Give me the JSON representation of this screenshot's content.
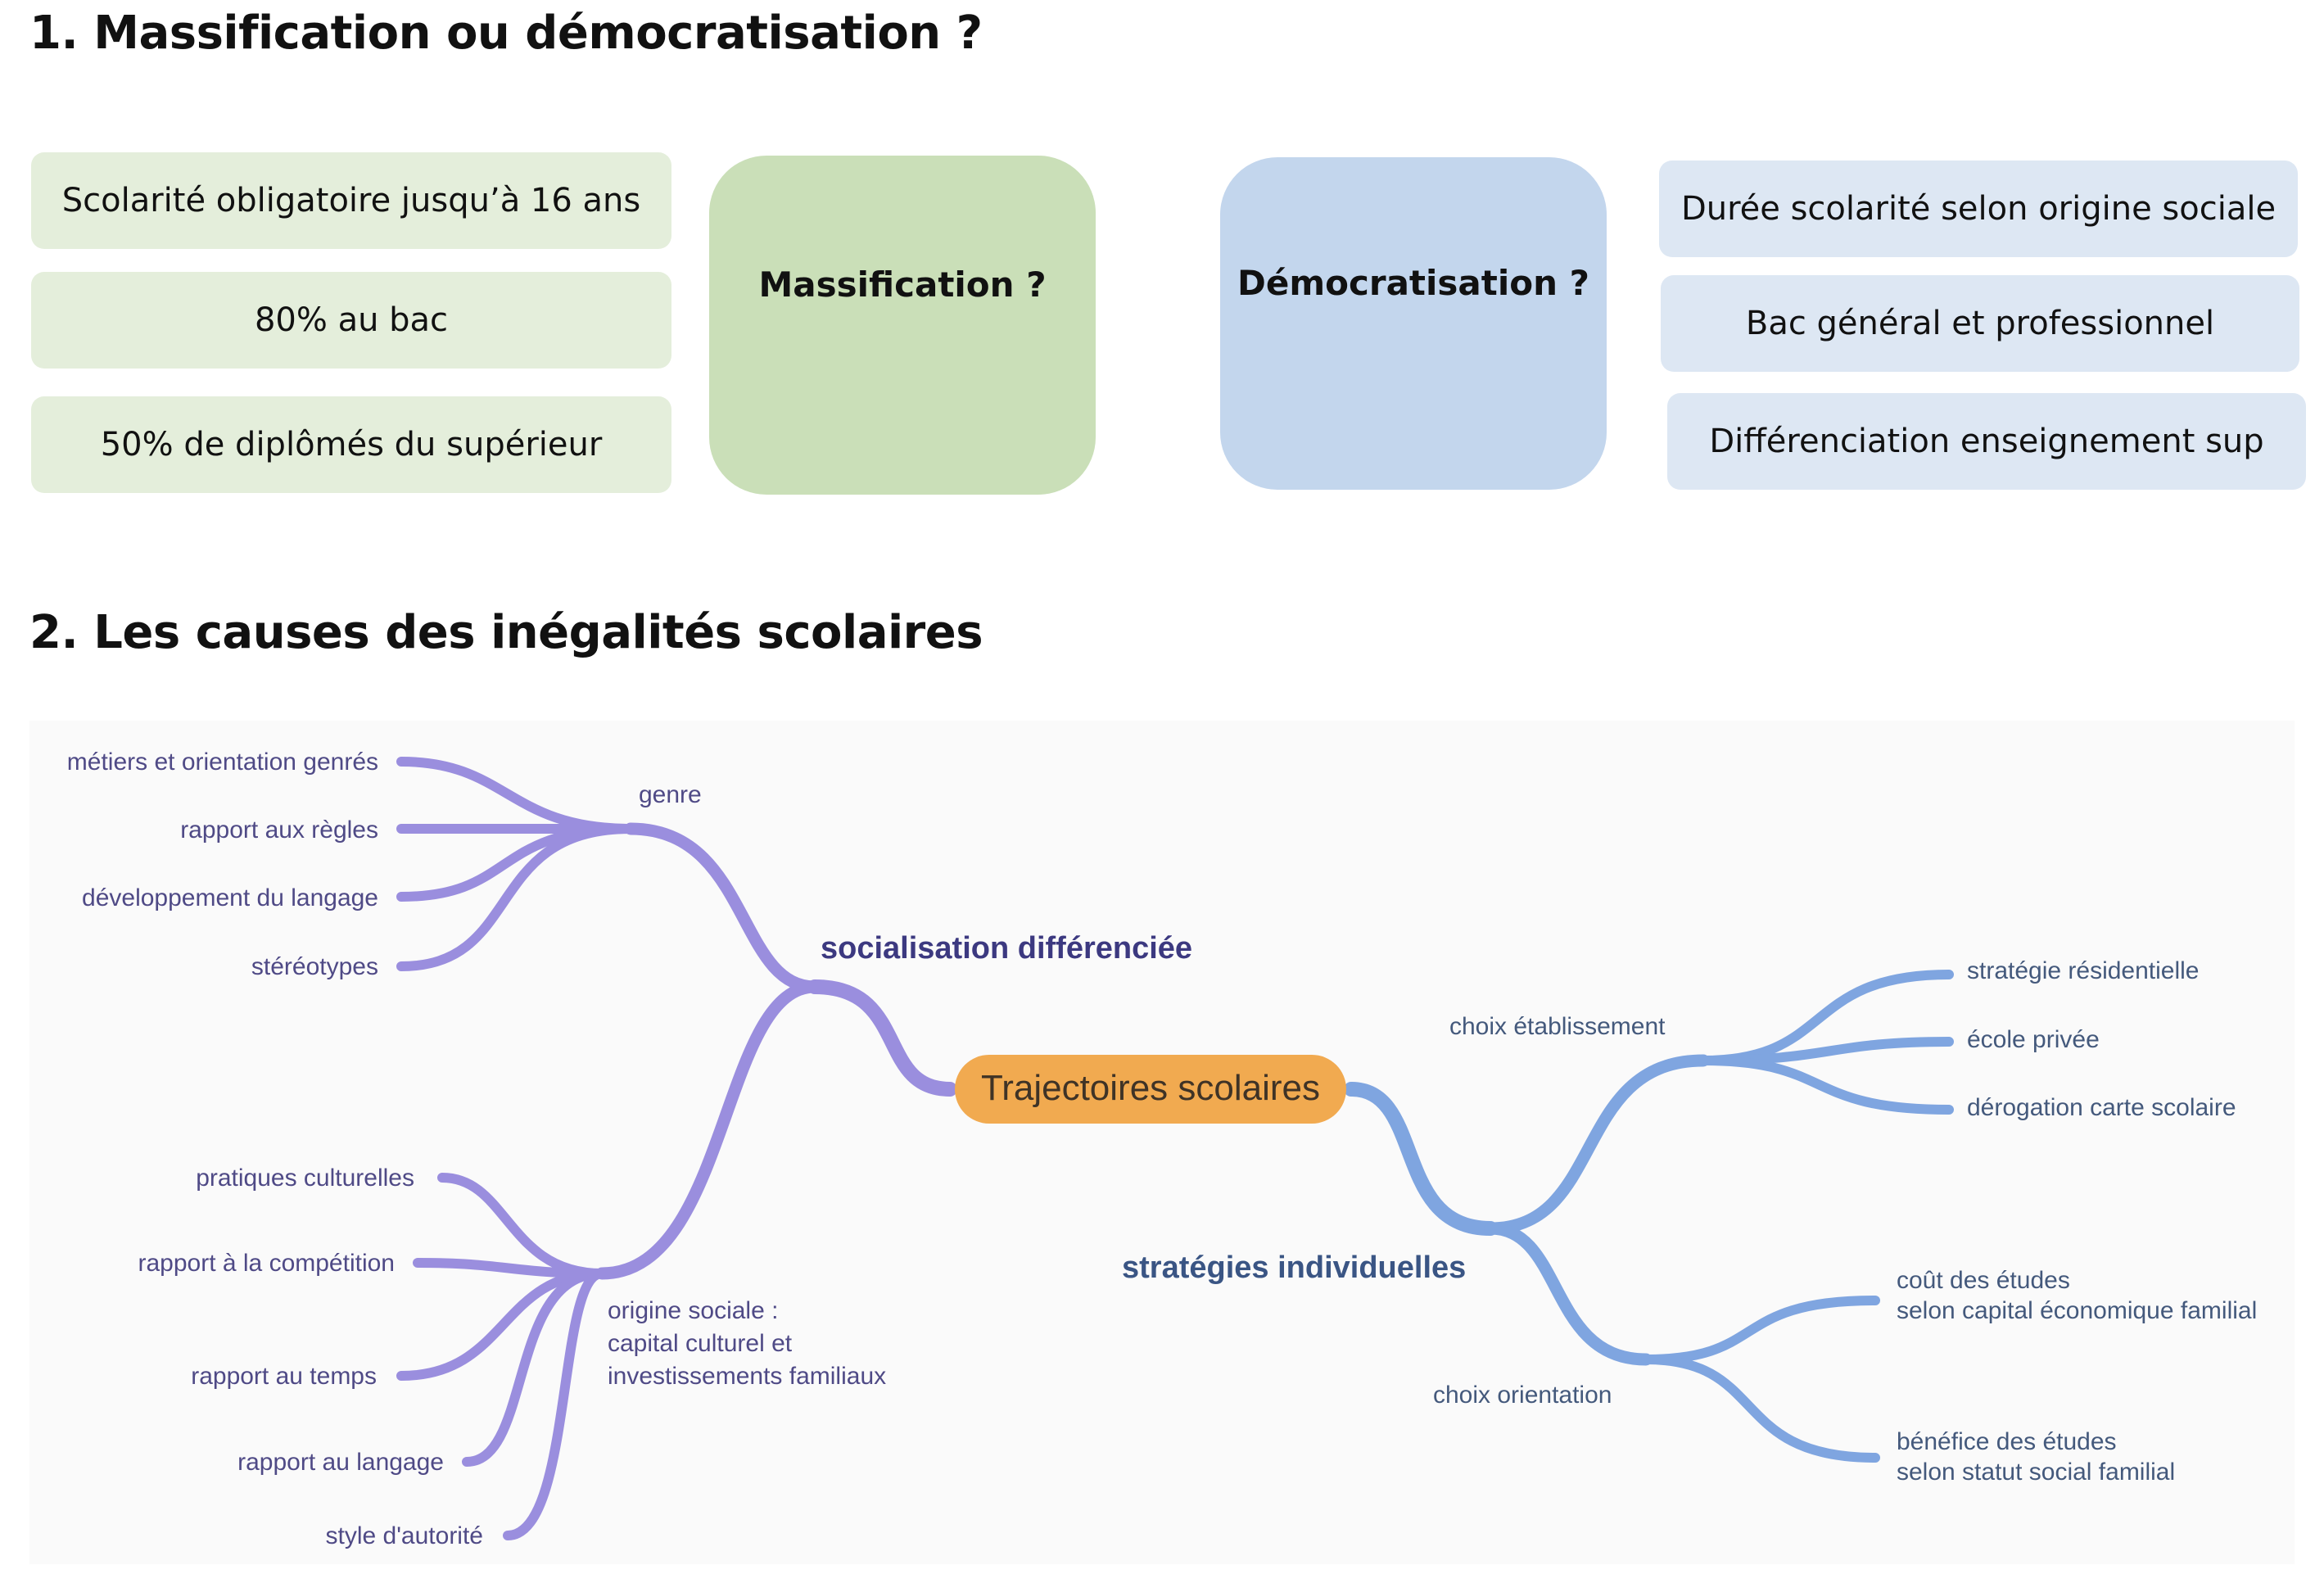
{
  "section1": {
    "title": "1. Massification ou démocratisation ?",
    "massification": {
      "label": "Massification ?",
      "items": [
        "Scolarité obligatoire jusqu’à 16 ans",
        "80% au bac",
        "50% de diplômés du supérieur"
      ]
    },
    "democratisation": {
      "label": "Démocratisation ?",
      "items": [
        "Durée scolarité selon origine sociale",
        "Bac général et professionnel",
        "Différenciation enseignement sup"
      ]
    }
  },
  "section2": {
    "title": "2. Les causes des inégalités scolaires",
    "center": "Trajectoires scolaires",
    "left_branch": {
      "label": "socialisation différenciée",
      "genre": {
        "label": "genre",
        "leaves": [
          "métiers et orientation genrés",
          "rapport aux règles",
          "développement du langage",
          "stéréotypes"
        ]
      },
      "origine": {
        "label_lines": [
          "origine sociale :",
          "capital culturel et",
          "investissements familiaux"
        ],
        "leaves": [
          "pratiques culturelles",
          "rapport à la compétition",
          "rapport au temps",
          "rapport au langage",
          "style d'autorité"
        ]
      }
    },
    "right_branch": {
      "label": "stratégies individuelles",
      "etablissement": {
        "label": "choix établissement",
        "leaves": [
          "stratégie résidentielle",
          "école privée",
          "dérogation carte scolaire"
        ]
      },
      "orientation": {
        "label": "choix orientation",
        "leaves": [
          [
            "coût des études",
            "selon capital économique familial"
          ],
          [
            "bénéfice des études",
            "selon statut social familial"
          ]
        ]
      }
    }
  },
  "colors": {
    "green_item": "#e4eedb",
    "green_main": "#cadfb8",
    "blue_item": "#dde7f3",
    "blue_main": "#c3d6ed",
    "purple_branch": "#9a8ede",
    "blue_branch": "#7fa5e0",
    "center_node": "#f1aa50"
  }
}
